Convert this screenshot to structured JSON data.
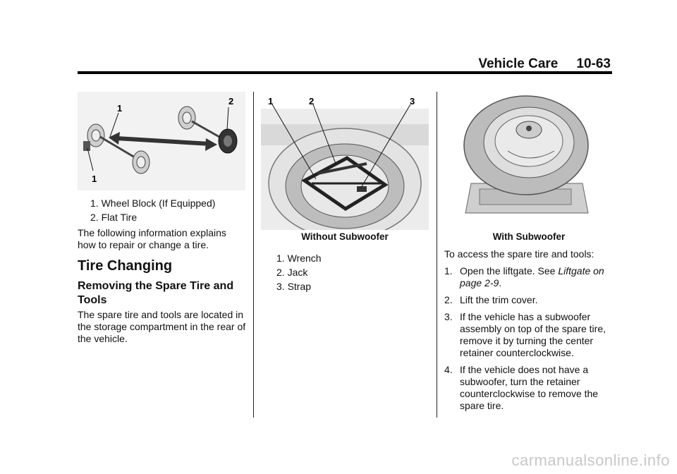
{
  "header": {
    "section": "Vehicle Care",
    "page": "10-63"
  },
  "left": {
    "figure_callouts": [
      "1",
      "2",
      "1"
    ],
    "items": [
      "1.  Wheel Block (If Equipped)",
      "2.  Flat Tire"
    ],
    "intro": "The following information explains how to repair or change a tire.",
    "section_title": "Tire Changing",
    "subsection_title": "Removing the Spare Tire and Tools",
    "body": "The spare tire and tools are located in the storage compartment in the rear of the vehicle."
  },
  "middle": {
    "figure_callouts": [
      "1",
      "2",
      "3"
    ],
    "caption": "Without Subwoofer",
    "items": [
      "1.  Wrench",
      "2.  Jack",
      "3.  Strap"
    ]
  },
  "right": {
    "caption": "With Subwoofer",
    "intro": "To access the spare tire and tools:",
    "steps": [
      {
        "n": "1.",
        "text": "Open the liftgate. See ",
        "ref": "Liftgate on page 2-9",
        "after": "."
      },
      {
        "n": "2.",
        "text": "Lift the trim cover."
      },
      {
        "n": "3.",
        "text": "If the vehicle has a subwoofer assembly on top of the spare tire, remove it by turning the center retainer counterclockwise."
      },
      {
        "n": "4.",
        "text": "If the vehicle does not have a subwoofer, turn the retainer counterclockwise to remove the spare tire."
      }
    ]
  },
  "footer": {
    "watermark": "carmanualsonline.info"
  }
}
